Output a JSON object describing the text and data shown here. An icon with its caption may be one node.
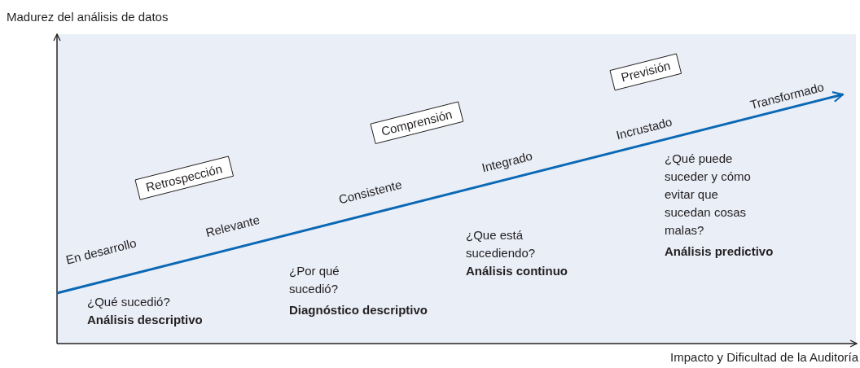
{
  "diagram": {
    "nodes": [
      {
        "text": [
          "Retrospección"
        ]
      },
      {
        "text": [
          "Comprensión"
        ]
      },
      {
        "text": [
          "Previsión"
        ]
      }
    ],
    "labels": [
      "Madurez del análisis de datos",
      "En desarrollo",
      "Relevante",
      "Consistente",
      "Integrado",
      "Incrustado",
      "Transformado",
      "¿Qué sucedió?",
      "Análisis descriptivo",
      "¿Por qué sucedió?",
      "Diagnóstico descriptivo",
      "¿Que está sucediendo?",
      "Análisis continuo",
      "¿Qué puede suceder y cómo evitar que sucedan cosas malas?",
      "Análisis predictivo",
      "Impacto y Dificultad de la Auditoría"
    ]
  }
}
